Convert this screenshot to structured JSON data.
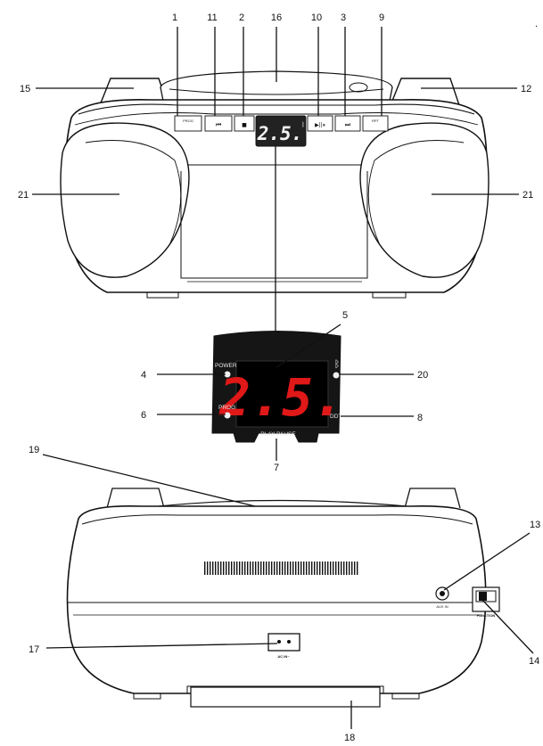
{
  "callouts": {
    "n1": "1",
    "n2": "2",
    "n3": "3",
    "n4": "4",
    "n5": "5",
    "n6": "6",
    "n7": "7",
    "n8": "8",
    "n9": "9",
    "n10": "10",
    "n11": "11",
    "n12": "12",
    "n13": "13",
    "n14": "14",
    "n15": "15",
    "n16": "16",
    "n17": "17",
    "n18": "18",
    "n19": "19",
    "n20": "20",
    "n21_left": "21",
    "n21_right": "21"
  },
  "front_buttons": {
    "prog": "PROG",
    "prev": "⏮",
    "stop": "■",
    "play_pause": "▶||⏸",
    "next": "⏭",
    "rpt": "RPT"
  },
  "display": {
    "value": "2.5.",
    "color": "#e01818"
  },
  "panel": {
    "power_label": "POWER",
    "prog_label": "PROG",
    "play_pause_label": "PLAY PAUSE",
    "bt_icon": "bluetooth-icon",
    "dot_label": "DDT"
  },
  "rear": {
    "aux_label": "AUX IN",
    "function_label": "FUNCTION",
    "ac_label": "AC IN~"
  },
  "stray_mark": "."
}
